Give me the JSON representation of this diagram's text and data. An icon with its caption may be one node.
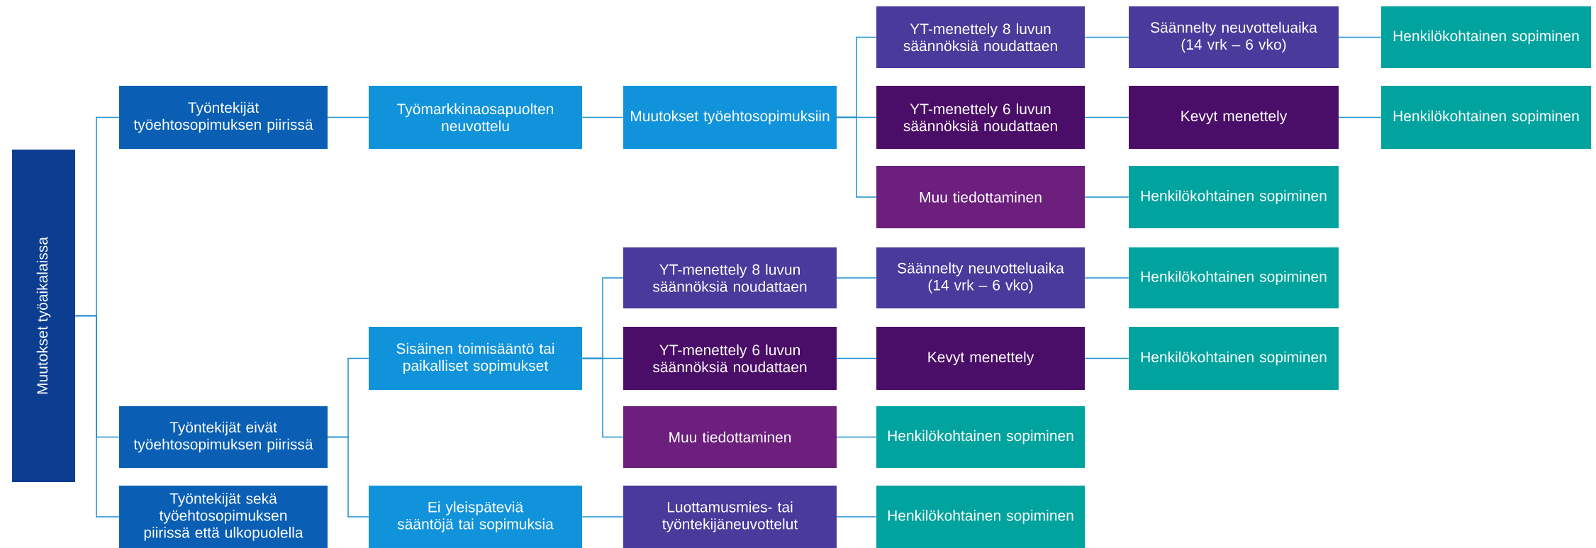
{
  "diagram": {
    "nodes": [
      {
        "text": [
          "Muutokset työaikalaissa"
        ]
      },
      {
        "text": [
          "Työntekijät työehtosopimuksen piirissä"
        ]
      },
      {
        "text": [
          "Työmarkkinaosapuolten neuvottelu"
        ]
      },
      {
        "text": [
          "Muutokset työehtosopimuksiin"
        ]
      },
      {
        "text": [
          "YT-menettely 8 luvun säännöksiä noudattaen"
        ]
      },
      {
        "text": [
          "Säännelty neuvotteluaika (14 vrk – 6 vko)"
        ]
      },
      {
        "text": [
          "Henkilökohtainen sopiminen"
        ]
      },
      {
        "text": [
          "YT-menettely 6 luvun säännöksiä noudattaen"
        ]
      },
      {
        "text": [
          "Kevyt menettely"
        ]
      },
      {
        "text": [
          "Henkilökohtainen sopiminen"
        ]
      },
      {
        "text": [
          "Muu tiedottaminen"
        ]
      },
      {
        "text": [
          "Henkilökohtainen sopiminen"
        ]
      },
      {
        "text": [
          "Työntekijät eivät työehtosopimuksen piirissä"
        ]
      },
      {
        "text": [
          "Sisäinen toimisääntö tai paikalliset sopimukset"
        ]
      },
      {
        "text": [
          "YT-menettely 8 luvun säännöksiä noudattaen"
        ]
      },
      {
        "text": [
          "Säännelty neuvotteluaika (14 vrk – 6 vko)"
        ]
      },
      {
        "text": [
          "Henkilökohtainen sopiminen"
        ]
      },
      {
        "text": [
          "YT-menettely 6 luvun säännöksiä noudattaen"
        ]
      },
      {
        "text": [
          "Kevyt menettely"
        ]
      },
      {
        "text": [
          "Henkilökohtainen sopiminen"
        ]
      },
      {
        "text": [
          "Muu tiedottaminen"
        ]
      },
      {
        "text": [
          "Henkilökohtainen sopiminen"
        ]
      },
      {
        "text": [
          "Ei yleispäteviä sääntöjä tai sopimuksia"
        ]
      },
      {
        "text": [
          "Luottamusmies- tai työntekijäneuvottelut"
        ]
      },
      {
        "text": [
          "Henkilökohtainen sopiminen"
        ]
      },
      {
        "text": [
          "Työntekijät sekä työehtosopimuksen piirissä että ulkopuolella"
        ]
      }
    ],
    "edges": [
      {
        "from": 0,
        "to": 1,
        "arrow": "none"
      },
      {
        "from": 0,
        "to": 12,
        "arrow": "none"
      },
      {
        "from": 0,
        "to": 25,
        "arrow": "none"
      },
      {
        "from": 1,
        "to": 2,
        "arrow": "none"
      },
      {
        "from": 2,
        "to": 3,
        "arrow": "none"
      },
      {
        "from": 3,
        "to": 4,
        "arrow": "none"
      },
      {
        "from": 3,
        "to": 7,
        "arrow": "none"
      },
      {
        "from": 3,
        "to": 10,
        "arrow": "none"
      },
      {
        "from": 4,
        "to": 5,
        "arrow": "none"
      },
      {
        "from": 5,
        "to": 6,
        "arrow": "none"
      },
      {
        "from": 7,
        "to": 8,
        "arrow": "none"
      },
      {
        "from": 8,
        "to": 9,
        "arrow": "none"
      },
      {
        "from": 10,
        "to": 11,
        "arrow": "none"
      },
      {
        "from": 12,
        "to": 13,
        "arrow": "none"
      },
      {
        "from": 12,
        "to": 22,
        "arrow": "none"
      },
      {
        "from": 13,
        "to": 14,
        "arrow": "none"
      },
      {
        "from": 13,
        "to": 17,
        "arrow": "none"
      },
      {
        "from": 13,
        "to": 20,
        "arrow": "none"
      },
      {
        "from": 14,
        "to": 15,
        "arrow": "none"
      },
      {
        "from": 15,
        "to": 16,
        "arrow": "none"
      },
      {
        "from": 17,
        "to": 18,
        "arrow": "none"
      },
      {
        "from": 18,
        "to": 19,
        "arrow": "none"
      },
      {
        "from": 20,
        "to": 21,
        "arrow": "none"
      },
      {
        "from": 22,
        "to": 23,
        "arrow": "none"
      },
      {
        "from": 23,
        "to": 24,
        "arrow": "none"
      }
    ]
  }
}
